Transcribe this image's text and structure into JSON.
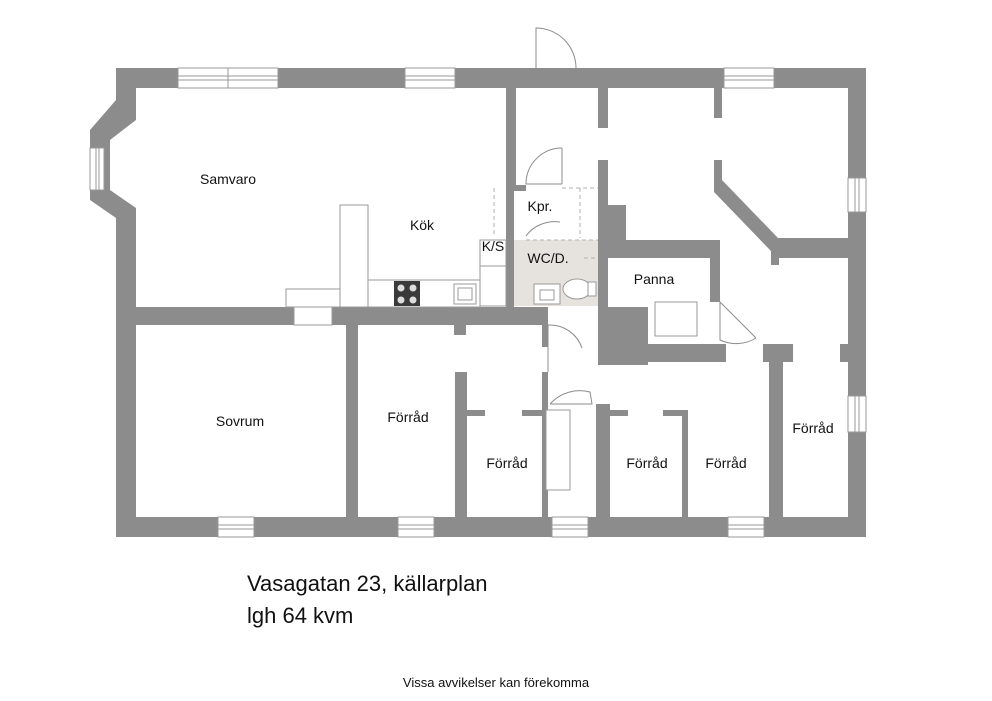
{
  "rooms": {
    "samvaro": "Samvaro",
    "kok": "Kök",
    "kpr": "Kpr.",
    "ks": "K/S",
    "wcd": "WC/D.",
    "panna": "Panna",
    "sovrum": "Sovrum",
    "forrad_1": "Förråd",
    "forrad_2": "Förråd",
    "forrad_3": "Förråd",
    "forrad_4": "Förråd",
    "forrad_5": "Förråd"
  },
  "caption": {
    "address": "Vasagatan 23, källarplan",
    "size": "lgh 64 kvm"
  },
  "disclaimer": "Vissa avvikelser kan förekomma",
  "colors": {
    "wall": "#8c8c8c",
    "wc_floor": "#e6e3de",
    "background": "#ffffff"
  }
}
